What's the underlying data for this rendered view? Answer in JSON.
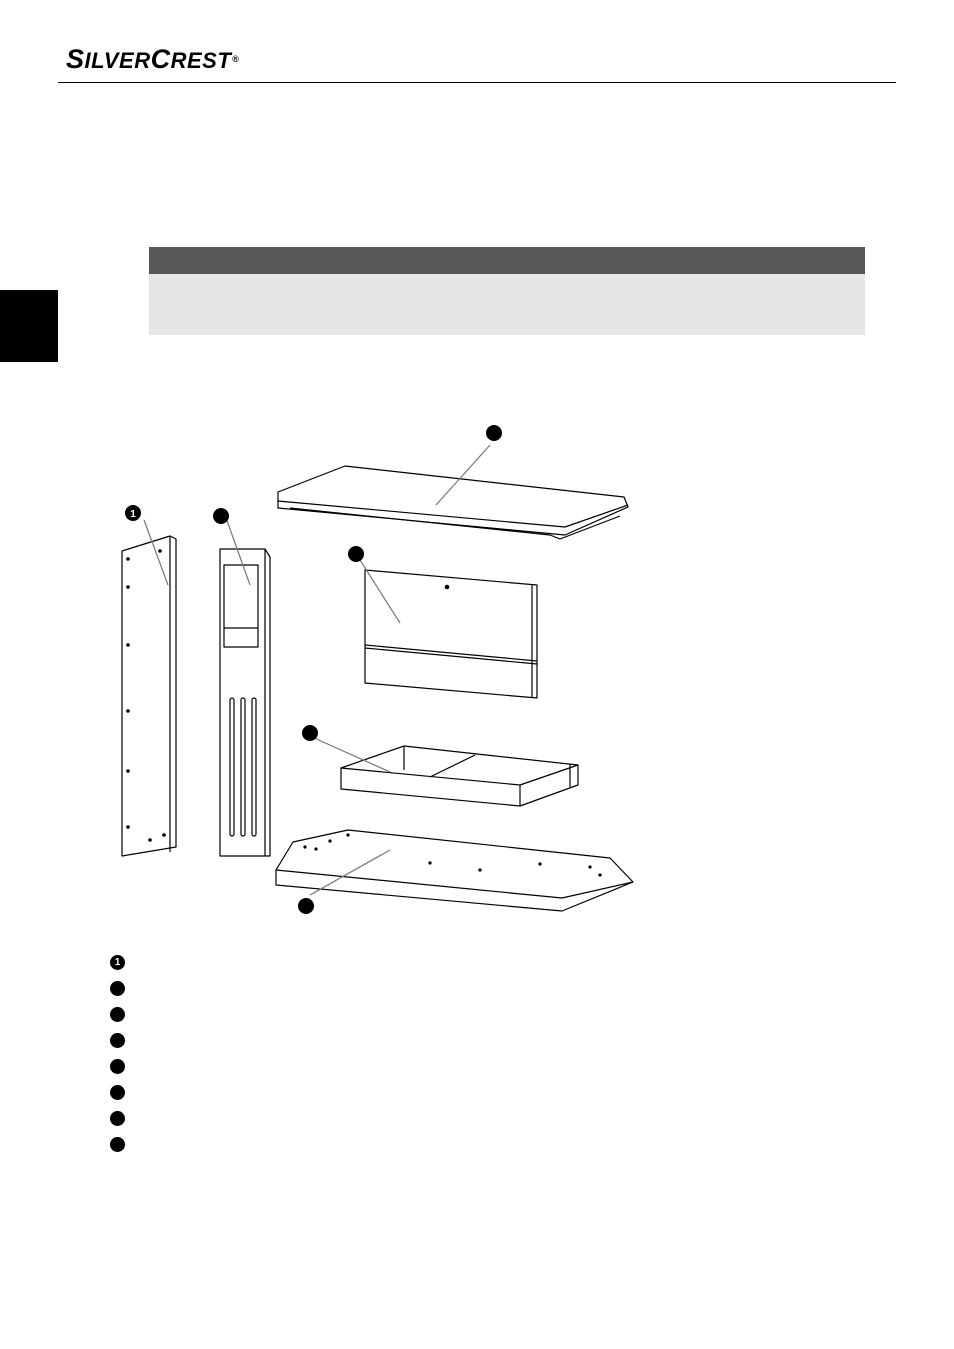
{
  "header": {
    "logo_part1_big": "S",
    "logo_part1": "ILVER",
    "logo_part2_big": "C",
    "logo_part2": "REST",
    "logo_reg": "®"
  },
  "colors": {
    "note_header": "#58585a",
    "note_body": "#e6e6e7",
    "side_tab": "#000000"
  },
  "diagram": {
    "callouts": [
      "1",
      "",
      "",
      "",
      "",
      "",
      "",
      ""
    ]
  },
  "legend": {
    "items": [
      "1",
      "",
      "",
      "",
      "",
      "",
      "",
      ""
    ]
  }
}
